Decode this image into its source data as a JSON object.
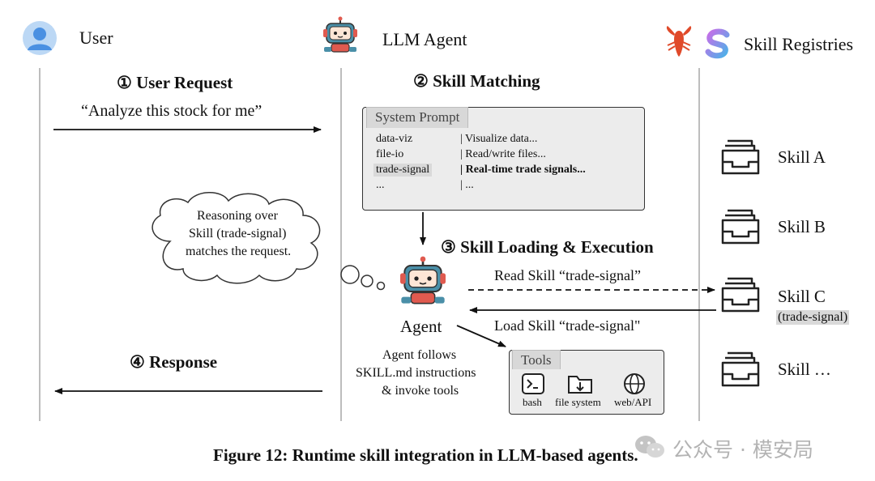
{
  "lanes": {
    "user": "User",
    "agent": "LLM Agent",
    "registries": "Skill Registries"
  },
  "steps": {
    "request": "① User Request",
    "matching": "② Skill Matching",
    "loading": "③ Skill Loading & Execution",
    "response": "④ Response"
  },
  "request_text": "“Analyze this stock for me”",
  "system_prompt": {
    "title": "System Prompt",
    "rows": [
      {
        "name": "data-viz",
        "desc": "| Visualize data..."
      },
      {
        "name": "file-io",
        "desc": "| Read/write files..."
      },
      {
        "name": "trade-signal",
        "desc": "| Real-time trade signals..."
      },
      {
        "name": "...",
        "desc": "| ..."
      }
    ]
  },
  "thought": {
    "line1": "Reasoning over",
    "line2": "Skill (trade-signal)",
    "line3": "matches the request."
  },
  "agent_label": "Agent",
  "read_label": "Read Skill “trade-signal”",
  "load_label": "Load Skill “trade-signal\"",
  "follow": {
    "line1": "Agent follows",
    "line2": "SKILL.md instructions",
    "line3": "& invoke tools"
  },
  "tools": {
    "title": "Tools",
    "items": [
      {
        "label": "bash",
        "icon": "terminal-icon"
      },
      {
        "label": "file system",
        "icon": "folder-download-icon"
      },
      {
        "label": "web/API",
        "icon": "globe-icon"
      }
    ]
  },
  "skills": [
    {
      "label": "Skill A"
    },
    {
      "label": "Skill B"
    },
    {
      "label": "Skill C",
      "tag": "(trade-signal)"
    },
    {
      "label": "Skill …"
    }
  ],
  "caption": "Figure 12: Runtime skill integration in LLM-based agents.",
  "watermark": "公众号 · 模安局",
  "colors": {
    "accent_blue": "#4a90e2",
    "robot_red": "#e05a4f",
    "robot_teal": "#4a8fa8"
  }
}
